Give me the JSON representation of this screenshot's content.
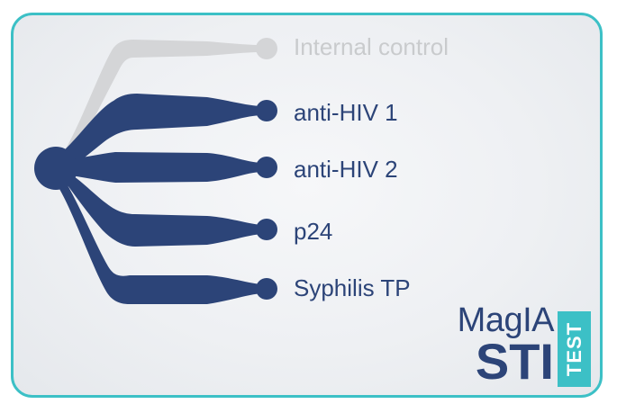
{
  "colors": {
    "border": "#3cc0c6",
    "primary": "#2c4478",
    "control": "#c9cbcd",
    "tag_bg": "#3cc0c6"
  },
  "branches": [
    {
      "label": "Internal control",
      "kind": "control"
    },
    {
      "label": "anti-HIV 1",
      "kind": "target"
    },
    {
      "label": "anti-HIV 2",
      "kind": "target"
    },
    {
      "label": "p24",
      "kind": "target"
    },
    {
      "label": "Syphilis TP",
      "kind": "target"
    }
  ],
  "brand": {
    "line1": "MagIA",
    "line2": "STI",
    "tag": "TEST"
  }
}
